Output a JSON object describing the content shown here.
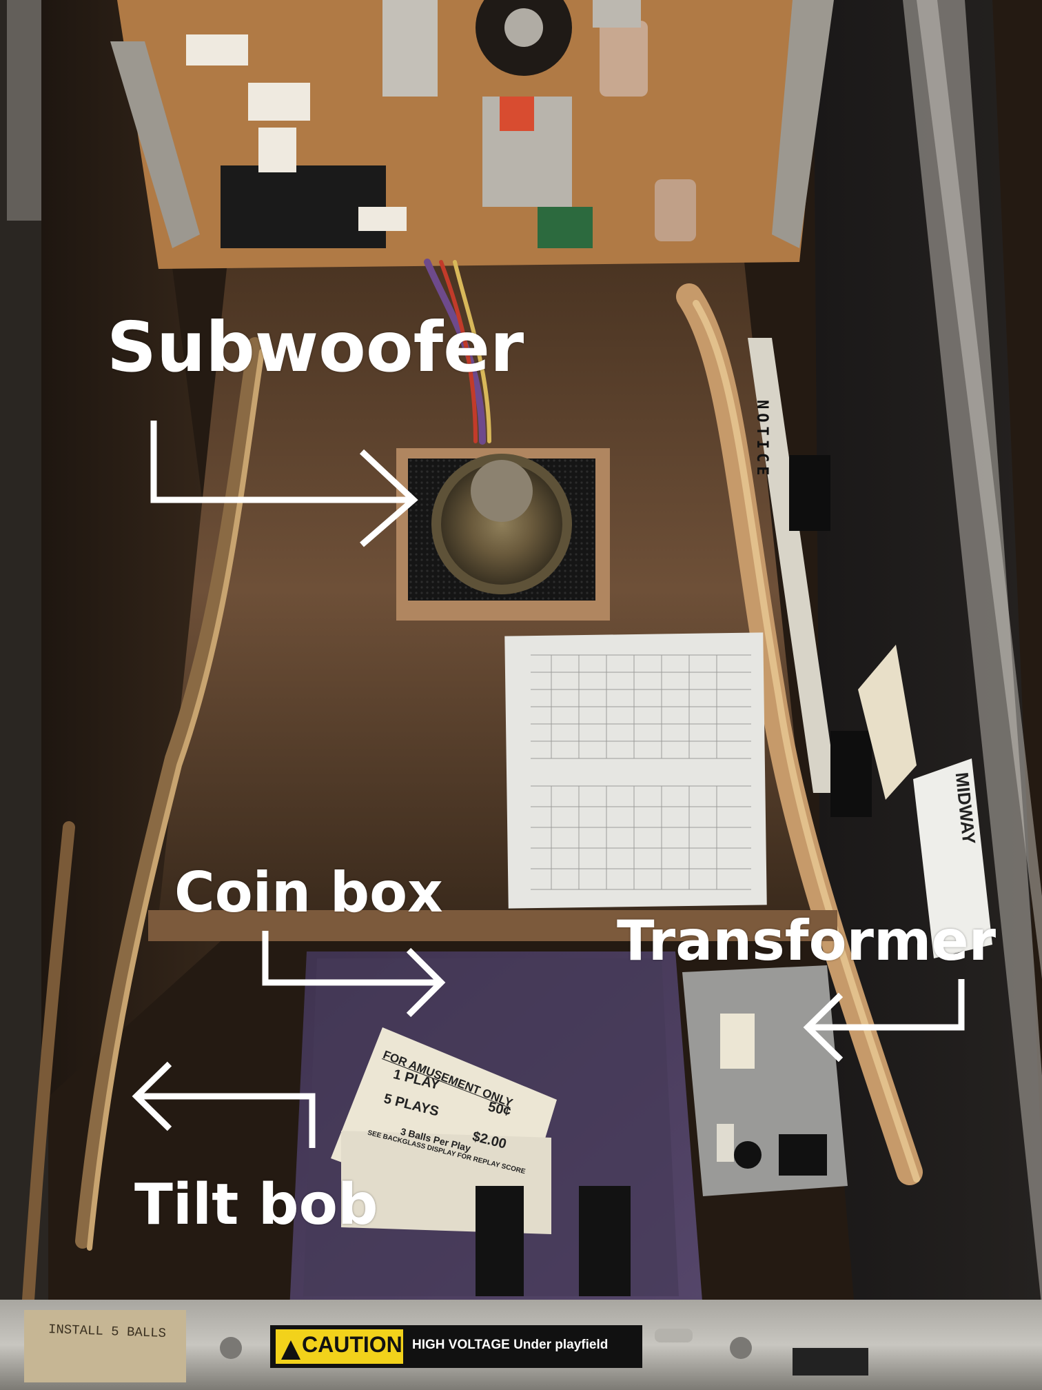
{
  "labels": {
    "subwoofer": "Subwoofer",
    "coin_box": "Coin box",
    "transformer": "Transformer",
    "tilt_bob": "Tilt bob"
  },
  "notice_strip": "NOTICE",
  "amusement_card": {
    "heading": "FOR AMUSEMENT ONLY",
    "row1_left": "1 PLAY",
    "row1_right": "50¢",
    "row2_left": "5 PLAYS",
    "row2_right": "$2.00",
    "balls": "3 Balls Per Play",
    "footer": "SEE BACKGLASS DISPLAY FOR REPLAY SCORE"
  },
  "manufacturer_plate": "MIDWAY",
  "handwritten_tag": "INSTALL 5 BALLS",
  "caution_label": {
    "word": "CAUTION",
    "message": "HIGH VOLTAGE Under playfield"
  },
  "colors": {
    "label_white": "#ffffff",
    "coin_box_purple": "#4a3c5c",
    "caution_yellow": "#f2d21b",
    "cabinet_wood": "#6b4a2f"
  }
}
